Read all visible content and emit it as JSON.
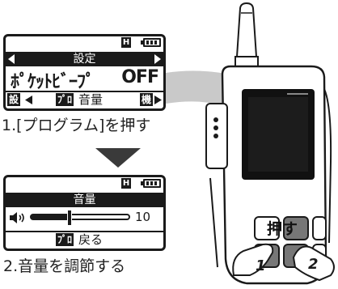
{
  "screen1": {
    "title": "設定",
    "setting_name": "ﾎﾟｹｯﾄﾋﾞｰﾌﾟ",
    "setting_value": "OFF",
    "softkey_left": "設",
    "softkey_center_box": "ﾌﾟﾛ",
    "softkey_center_label": "音量",
    "softkey_right": "機"
  },
  "caption1": "1.[プログラム]を押す",
  "screen2": {
    "title": "音量",
    "volume_max": "10",
    "volume_level": 0.38,
    "softkey_box": "ﾌﾟﾛ",
    "softkey_label": "戻る"
  },
  "caption2": "2.音量を調節する",
  "radio": {
    "push_label": "押す",
    "step1": "1",
    "step2": "2"
  },
  "colors": {
    "ink": "#1a1a1a",
    "radio_body": "#ffffff",
    "pointer_gray": "#c9c9c9",
    "arrow": "#3a3a3a"
  }
}
